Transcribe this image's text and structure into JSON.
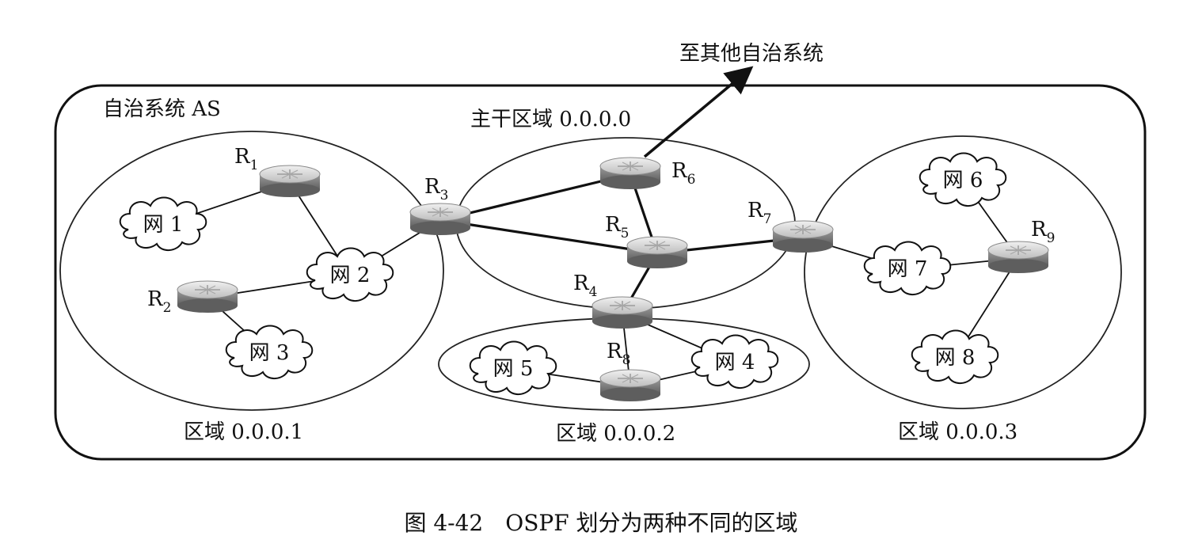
{
  "as_label": "自治系统 AS",
  "external_label": "至其他自治系统",
  "caption": "图 4-42　OSPF 划分为两种不同的区域",
  "areas": {
    "backbone": "主干区域 0.0.0.0",
    "a1": "区域 0.0.0.1",
    "a2": "区域 0.0.0.2",
    "a3": "区域 0.0.0.3"
  },
  "routers": {
    "r1": {
      "main": "R",
      "sub": "1"
    },
    "r2": {
      "main": "R",
      "sub": "2"
    },
    "r3": {
      "main": "R",
      "sub": "3"
    },
    "r4": {
      "main": "R",
      "sub": "4"
    },
    "r5": {
      "main": "R",
      "sub": "5"
    },
    "r6": {
      "main": "R",
      "sub": "6"
    },
    "r7": {
      "main": "R",
      "sub": "7"
    },
    "r8": {
      "main": "R",
      "sub": "8"
    },
    "r9": {
      "main": "R",
      "sub": "9"
    }
  },
  "networks": {
    "n1": "网 1",
    "n2": "网 2",
    "n3": "网 3",
    "n4": "网 4",
    "n5": "网 5",
    "n6": "网 6",
    "n7": "网 7",
    "n8": "网 8"
  },
  "links": [
    [
      "r1",
      "n1"
    ],
    [
      "r1",
      "n2"
    ],
    [
      "r2",
      "n2"
    ],
    [
      "r2",
      "n3"
    ],
    [
      "n2",
      "r3"
    ],
    [
      "r3",
      "r6"
    ],
    [
      "r3",
      "r5"
    ],
    [
      "r6",
      "r5"
    ],
    [
      "r5",
      "r7"
    ],
    [
      "r5",
      "r4"
    ],
    [
      "r4",
      "r8"
    ],
    [
      "r4",
      "n4"
    ],
    [
      "r8",
      "n4"
    ],
    [
      "r8",
      "n5"
    ],
    [
      "r7",
      "n7"
    ],
    [
      "n7",
      "r9"
    ],
    [
      "r9",
      "n6"
    ],
    [
      "r9",
      "n8"
    ]
  ],
  "colors": {
    "router_top": "#d9d9d9",
    "router_side": "#7a7a7a",
    "line": "#111111"
  }
}
